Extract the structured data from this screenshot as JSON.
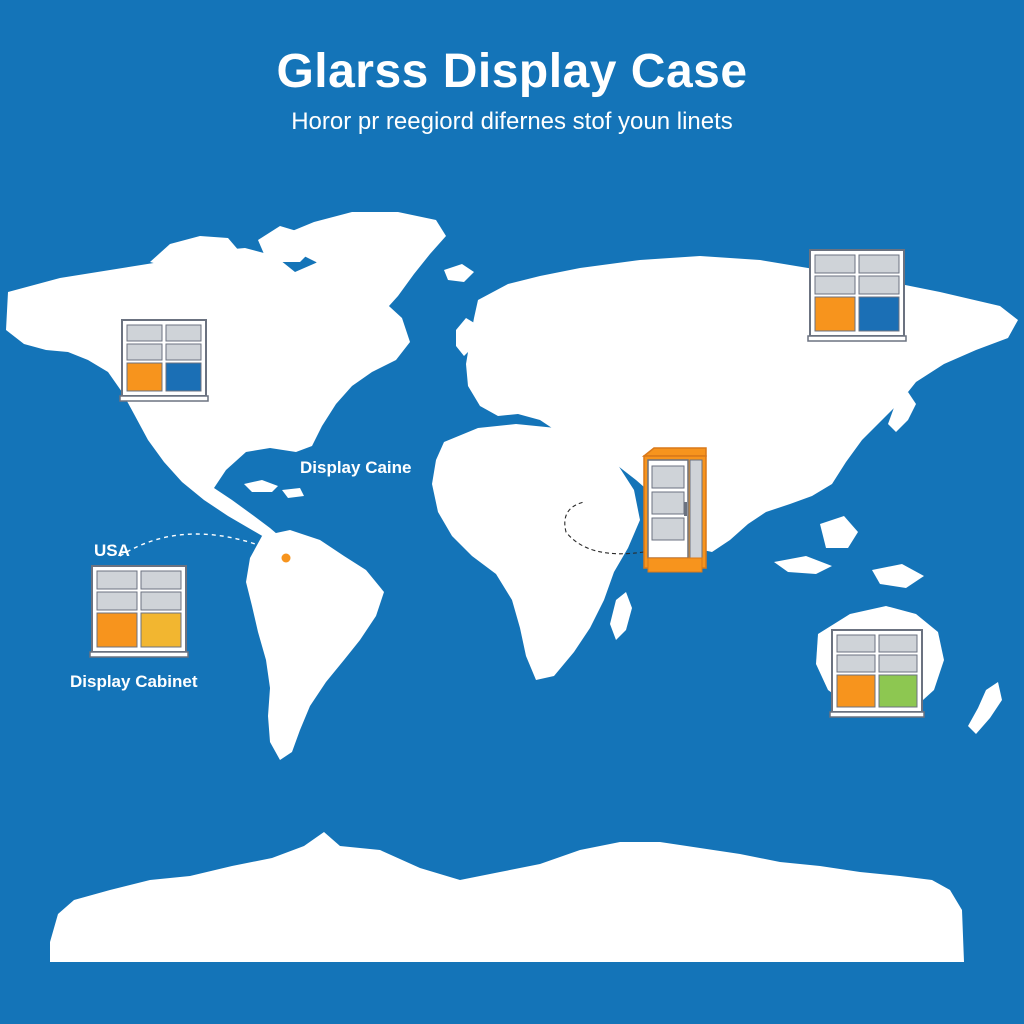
{
  "header": {
    "title": "Glarss Display Case",
    "subtitle": "Horor pr reegiord difernes stof youn linets"
  },
  "map": {
    "land_color": "#ffffff",
    "ocean_color": "#1474b8",
    "labels": {
      "usa": "USA",
      "display_cabinet": "Display Cabinet",
      "display_caine": "Display Caine"
    }
  },
  "cabinets": {
    "colors": {
      "frame": "#6b7280",
      "glass": "#cfd3d8",
      "orange": "#f7941d",
      "blue": "#1b6fb5",
      "yellow": "#f2b630",
      "green": "#8dc751"
    },
    "items": [
      {
        "id": "north-america",
        "bottom_left": "orange",
        "bottom_right": "blue"
      },
      {
        "id": "south-america",
        "bottom_left": "orange",
        "bottom_right": "yellow"
      },
      {
        "id": "russia",
        "bottom_left": "orange",
        "bottom_right": "blue"
      },
      {
        "id": "australia",
        "bottom_left": "orange",
        "bottom_right": "green"
      },
      {
        "id": "india",
        "style": "tall-orange"
      }
    ]
  },
  "markers": {
    "pin_color": "#f7941d"
  }
}
